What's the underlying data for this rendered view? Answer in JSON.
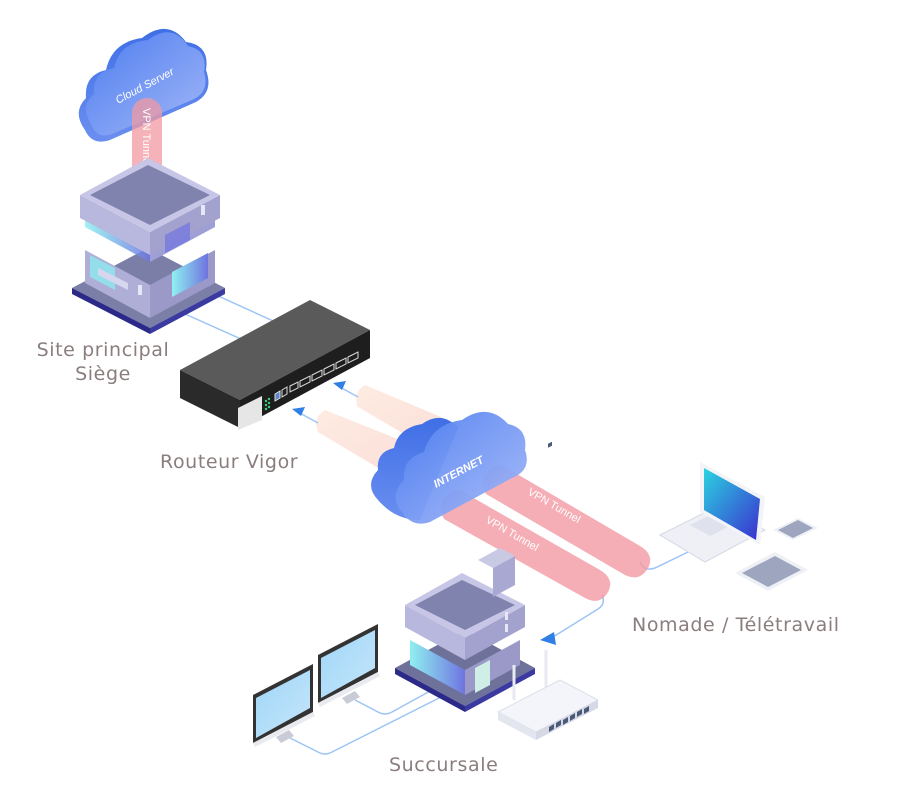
{
  "diagram": {
    "title": "VPN network topology",
    "nodes": {
      "cloud_server": {
        "label": "Cloud Server",
        "type": "cloud"
      },
      "headquarters": {
        "label_line1": "Site principal",
        "label_line2": "Siège",
        "type": "building"
      },
      "router": {
        "label": "Routeur Vigor",
        "type": "rack-router"
      },
      "internet": {
        "label": "INTERNET",
        "type": "cloud"
      },
      "remote": {
        "label": "Nomade / Télétravail",
        "type": "laptop-tablet-phone"
      },
      "branch": {
        "label": "Succursale",
        "type": "building-with-router-and-monitors"
      }
    },
    "tunnels": [
      {
        "label": "VPN Tunnel",
        "from": "headquarters",
        "to": "cloud_server"
      },
      {
        "label": "VPN Tunnel",
        "from": "remote",
        "to": "router"
      },
      {
        "label": "VPN Tunnel",
        "from": "branch",
        "to": "router"
      }
    ],
    "colors": {
      "cloud": "#5b86f0",
      "cloud_light": "#93aff7",
      "tunnel": "#f2a7ab",
      "tunnel_faded": "#fbe3d8",
      "building": "#9d9cc8",
      "building_roof": "#7f82a8",
      "glass": "#7fe3ee",
      "router_body": "#3a3a3a",
      "link": "#8fbcf4",
      "arrow": "#2f7fe6",
      "label_text": "#8a7d7e"
    }
  }
}
